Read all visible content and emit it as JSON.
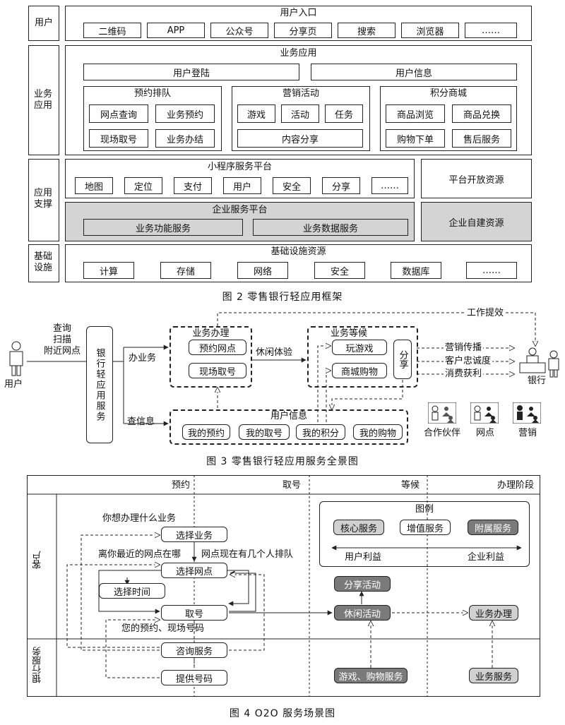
{
  "fig2": {
    "rows": {
      "user": "用户",
      "business": "业务应用",
      "support": "应用支撑",
      "infra": "基础设施"
    },
    "entry": {
      "title": "用户入口",
      "items": [
        "二维码",
        "APP",
        "公众号",
        "分享页",
        "搜索",
        "浏览器",
        "……"
      ]
    },
    "apps": {
      "title": "业务应用",
      "login": "用户登陆",
      "info": "用户信息",
      "queue": {
        "title": "预约排队",
        "items": [
          "网点查询",
          "业务预约",
          "现场取号",
          "业务办结"
        ]
      },
      "marketing": {
        "title": "营销活动",
        "items": [
          "游戏",
          "活动",
          "任务",
          "内容分享"
        ]
      },
      "mall": {
        "title": "积分商城",
        "items": [
          "商品浏览",
          "商品兑换",
          "购物下单",
          "售后服务"
        ]
      }
    },
    "mini": {
      "title": "小程序服务平台",
      "items": [
        "地图",
        "定位",
        "支付",
        "用户",
        "安全",
        "分享",
        "……"
      ],
      "open": "平台开放资源"
    },
    "enterprise": {
      "title": "企业服务平台",
      "func": "业务功能服务",
      "data": "业务数据服务",
      "own": "企业自建资源"
    },
    "infra": {
      "title": "基础设施资源",
      "items": [
        "计算",
        "存储",
        "网络",
        "安全",
        "数据库",
        "……"
      ]
    },
    "caption": "图 2   零售银行轻应用框架"
  },
  "fig3": {
    "user": "用户",
    "query_lines": [
      "查询",
      "扫描",
      "附近网点"
    ],
    "service": "银行轻应用服务",
    "do_business": "办业务",
    "check_info": "查信息",
    "handle": {
      "title": "业务办理",
      "items": [
        "预约网点",
        "现场取号"
      ]
    },
    "leisure": "休闲体验",
    "waiting": {
      "title": "业务等候",
      "items": [
        "玩游戏",
        "商城购物"
      ],
      "share": "分享"
    },
    "work_feedback": "工作提效",
    "outputs": [
      "营销传播",
      "客户忠诚度",
      "消费获利"
    ],
    "bank": "银行",
    "userinfo": {
      "title": "用户信息",
      "items": [
        "我的预约",
        "我的取号",
        "我的积分",
        "我的购物"
      ]
    },
    "roles": [
      "合作伙伴",
      "网点",
      "营销"
    ],
    "caption": "图 3   零售银行轻应用服务全景图"
  },
  "fig4": {
    "headers": [
      "预约",
      "取号",
      "等候",
      "办理阶段"
    ],
    "lanes": [
      "客户",
      "银行服务"
    ],
    "legend": {
      "title": "图例",
      "items": [
        "核心服务",
        "增值服务",
        "附属服务"
      ],
      "left": "用户利益",
      "right": "企业利益"
    },
    "nodes": {
      "select_business": "选择业务",
      "select_branch": "选择网点",
      "select_time": "选择时间",
      "take_number": "取号",
      "consult": "咨询服务",
      "provide": "提供号码",
      "share": "分享活动",
      "leisure": "休闲活动",
      "games": "游戏、购物服务",
      "handle": "业务办理",
      "biz_service": "业务服务"
    },
    "notes": {
      "q1": "你想办理什么业务",
      "q2": "离你最近的网点在哪",
      "q3": "网点现在有几个人排队",
      "q4": "您的预约、现场号码"
    },
    "caption": "图 4   O2O 服务场景图"
  },
  "colors": {
    "line": "#222222",
    "gray_fill": "#d4d4d4",
    "dark_fill": "#7a7a7a"
  }
}
